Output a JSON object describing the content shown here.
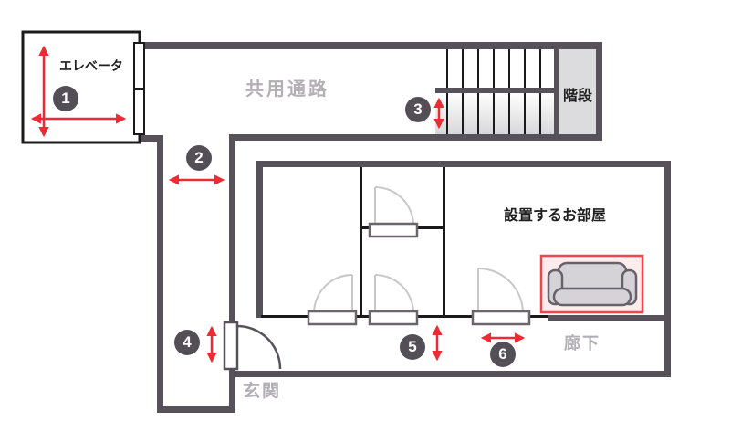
{
  "diagram": {
    "type": "floor-plan",
    "labels": {
      "elevator": "エレベータ",
      "shared_corridor": "共用通路",
      "stairs": "階段",
      "target_room": "設置するお部屋",
      "hallway": "廊下",
      "entrance": "玄関"
    },
    "markers": [
      {
        "number": "1"
      },
      {
        "number": "2"
      },
      {
        "number": "3"
      },
      {
        "number": "4"
      },
      {
        "number": "5"
      },
      {
        "number": "6"
      }
    ],
    "colors": {
      "wall_dark": "#57525a",
      "interior_wall": "#1a1a1a",
      "measure_red": "#ee2a33",
      "label_gray": "#b2afb5",
      "marker_circle": "#544f57",
      "door_arc_gray": "#c9c7cb",
      "landing_fill": "#dcdbdd",
      "sofa_fill": "#d5d3d7",
      "sofa_highlight_fill": "#fdecec",
      "sofa_highlight_border": "#f0444e"
    }
  }
}
